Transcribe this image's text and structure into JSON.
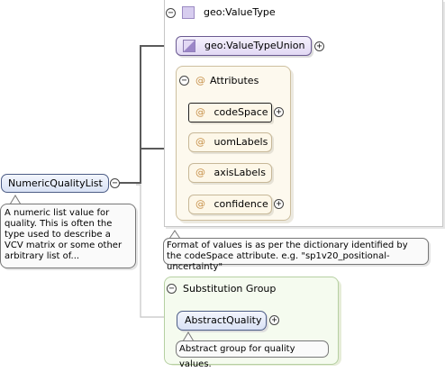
{
  "root": {
    "name": "NumericQualityList",
    "documentation": "A numeric list value for quality. This is often the type used to describe a VCV matrix or some other arbitrary list of..."
  },
  "type": {
    "name": "geo:ValueType",
    "base": "geo:ValueTypeUnion",
    "documentation": "Format of values is as per the dictionary identified by the codeSpace attribute. e.g. \"sp1v20_positional-uncertainty\""
  },
  "attributes": {
    "title": "Attributes",
    "at_symbol": "@",
    "items": [
      {
        "name": "codeSpace",
        "expandable": true,
        "selected": true
      },
      {
        "name": "uomLabels",
        "expandable": false,
        "selected": false
      },
      {
        "name": "axisLabels",
        "expandable": false,
        "selected": false
      },
      {
        "name": "confidence",
        "expandable": true,
        "selected": false
      }
    ]
  },
  "substitution_group": {
    "title": "Substitution Group",
    "element": "AbstractQuality",
    "documentation": "Abstract group for quality values."
  },
  "controls": {
    "collapse": "−",
    "expand": "+"
  },
  "colors": {
    "connector": "#5a5a5a",
    "substitution_link": "#bdbdbd"
  }
}
